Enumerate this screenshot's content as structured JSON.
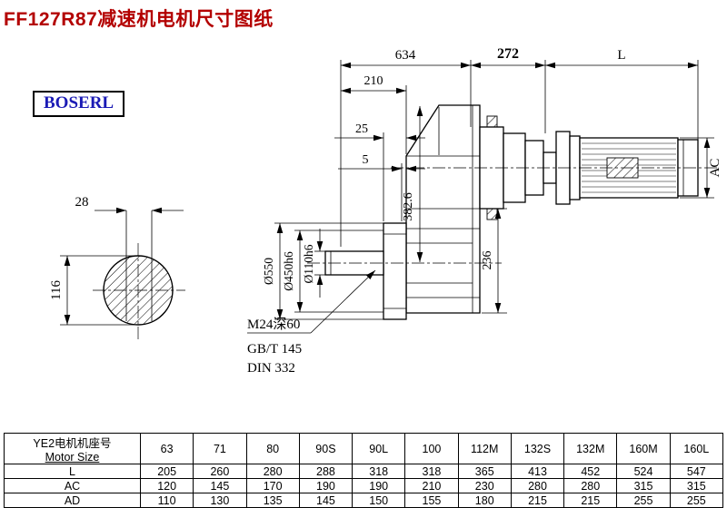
{
  "title": "FF127R87减速机电机尺寸图纸",
  "logo": "BOSERL",
  "colors": {
    "title_red": "#b30000",
    "logo_blue": "#1b1bb5"
  },
  "drawing": {
    "dims": {
      "d634": "634",
      "d272": "272",
      "dL": "L",
      "d210": "210",
      "d25": "25",
      "d5": "5",
      "dAC": "AC",
      "d550": "Ø550",
      "d450": "Ø450h6",
      "d110": "Ø110h6",
      "d382": "382.6",
      "d236": "236",
      "d28": "28",
      "d116": "116"
    },
    "notes": {
      "thread": "M24深60",
      "gb": "GB/T 145",
      "din": "DIN 332"
    }
  },
  "table": {
    "header_cn": "YE2电机机座号",
    "header_en": "Motor Size",
    "sizes": [
      "63",
      "71",
      "80",
      "90S",
      "90L",
      "100",
      "112M",
      "132S",
      "132M",
      "160M",
      "160L"
    ],
    "rows": [
      {
        "label": "L",
        "values": [
          "205",
          "260",
          "280",
          "288",
          "318",
          "318",
          "365",
          "413",
          "452",
          "524",
          "547"
        ]
      },
      {
        "label": "AC",
        "values": [
          "120",
          "145",
          "170",
          "190",
          "190",
          "210",
          "230",
          "280",
          "280",
          "315",
          "315"
        ]
      },
      {
        "label": "AD",
        "values": [
          "110",
          "130",
          "135",
          "145",
          "150",
          "155",
          "180",
          "215",
          "215",
          "255",
          "255"
        ]
      }
    ]
  }
}
